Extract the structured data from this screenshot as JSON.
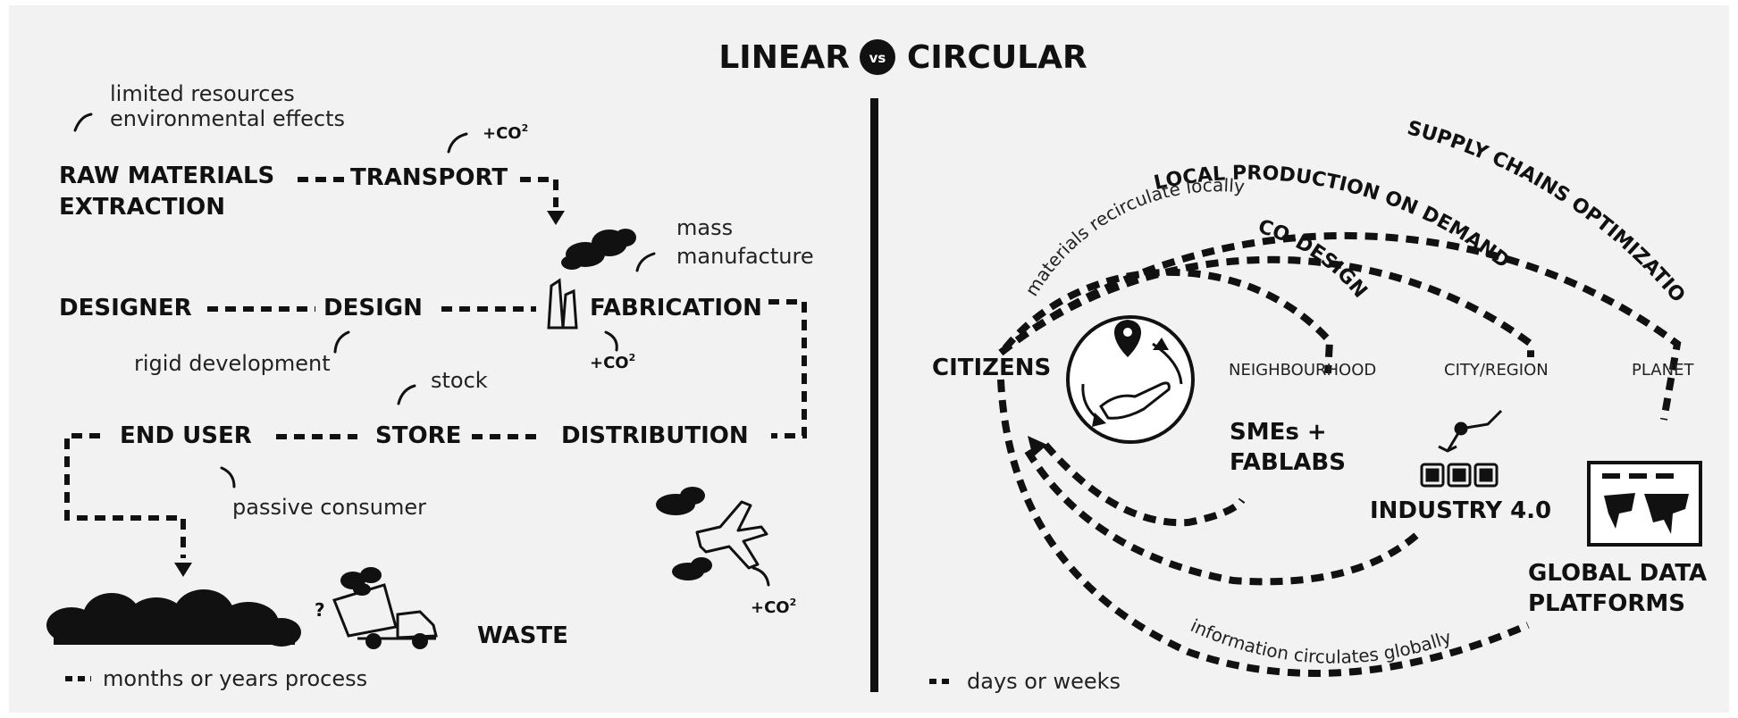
{
  "title": {
    "left": "LINEAR",
    "vs": "vs",
    "right": "CIRCULAR"
  },
  "linear": {
    "raw_materials": [
      "RAW MATERIALS",
      "EXTRACTION"
    ],
    "raw_notes": [
      "limited resources",
      "environmental effects"
    ],
    "transport": "TRANSPORT",
    "co2": "+CO",
    "co2_sup": "2",
    "mass_manufacture": [
      "mass",
      "manufacture"
    ],
    "designer": "DESIGNER",
    "design": "DESIGN",
    "fabrication": "FABRICATION",
    "rigid_development": "rigid development",
    "stock": "stock",
    "end_user": "END USER",
    "store": "STORE",
    "distribution": "DISTRIBUTION",
    "passive_consumer": "passive consumer",
    "waste": "WASTE",
    "legend": "months or years process"
  },
  "circular": {
    "supply_chains": "SUPPLY CHAINS OPTIMIZATION",
    "local_production": "LOCAL PRODUCTION ON DEMAND",
    "co_design": "CO-DESIGN",
    "materials_recirculate": "materials recirculate locally",
    "information_circulates": "information circulates globally",
    "citizens": "CITIZENS",
    "neighbourhood": "NEIGHBOURHOOD",
    "city_region": "CITY/REGION",
    "planet": "PLANET",
    "smes": [
      "SMEs +",
      "FABLABS"
    ],
    "industry": "INDUSTRY 4.0",
    "global_data": [
      "GLOBAL DATA",
      "PLATFORMS"
    ],
    "legend": "days or weeks"
  }
}
